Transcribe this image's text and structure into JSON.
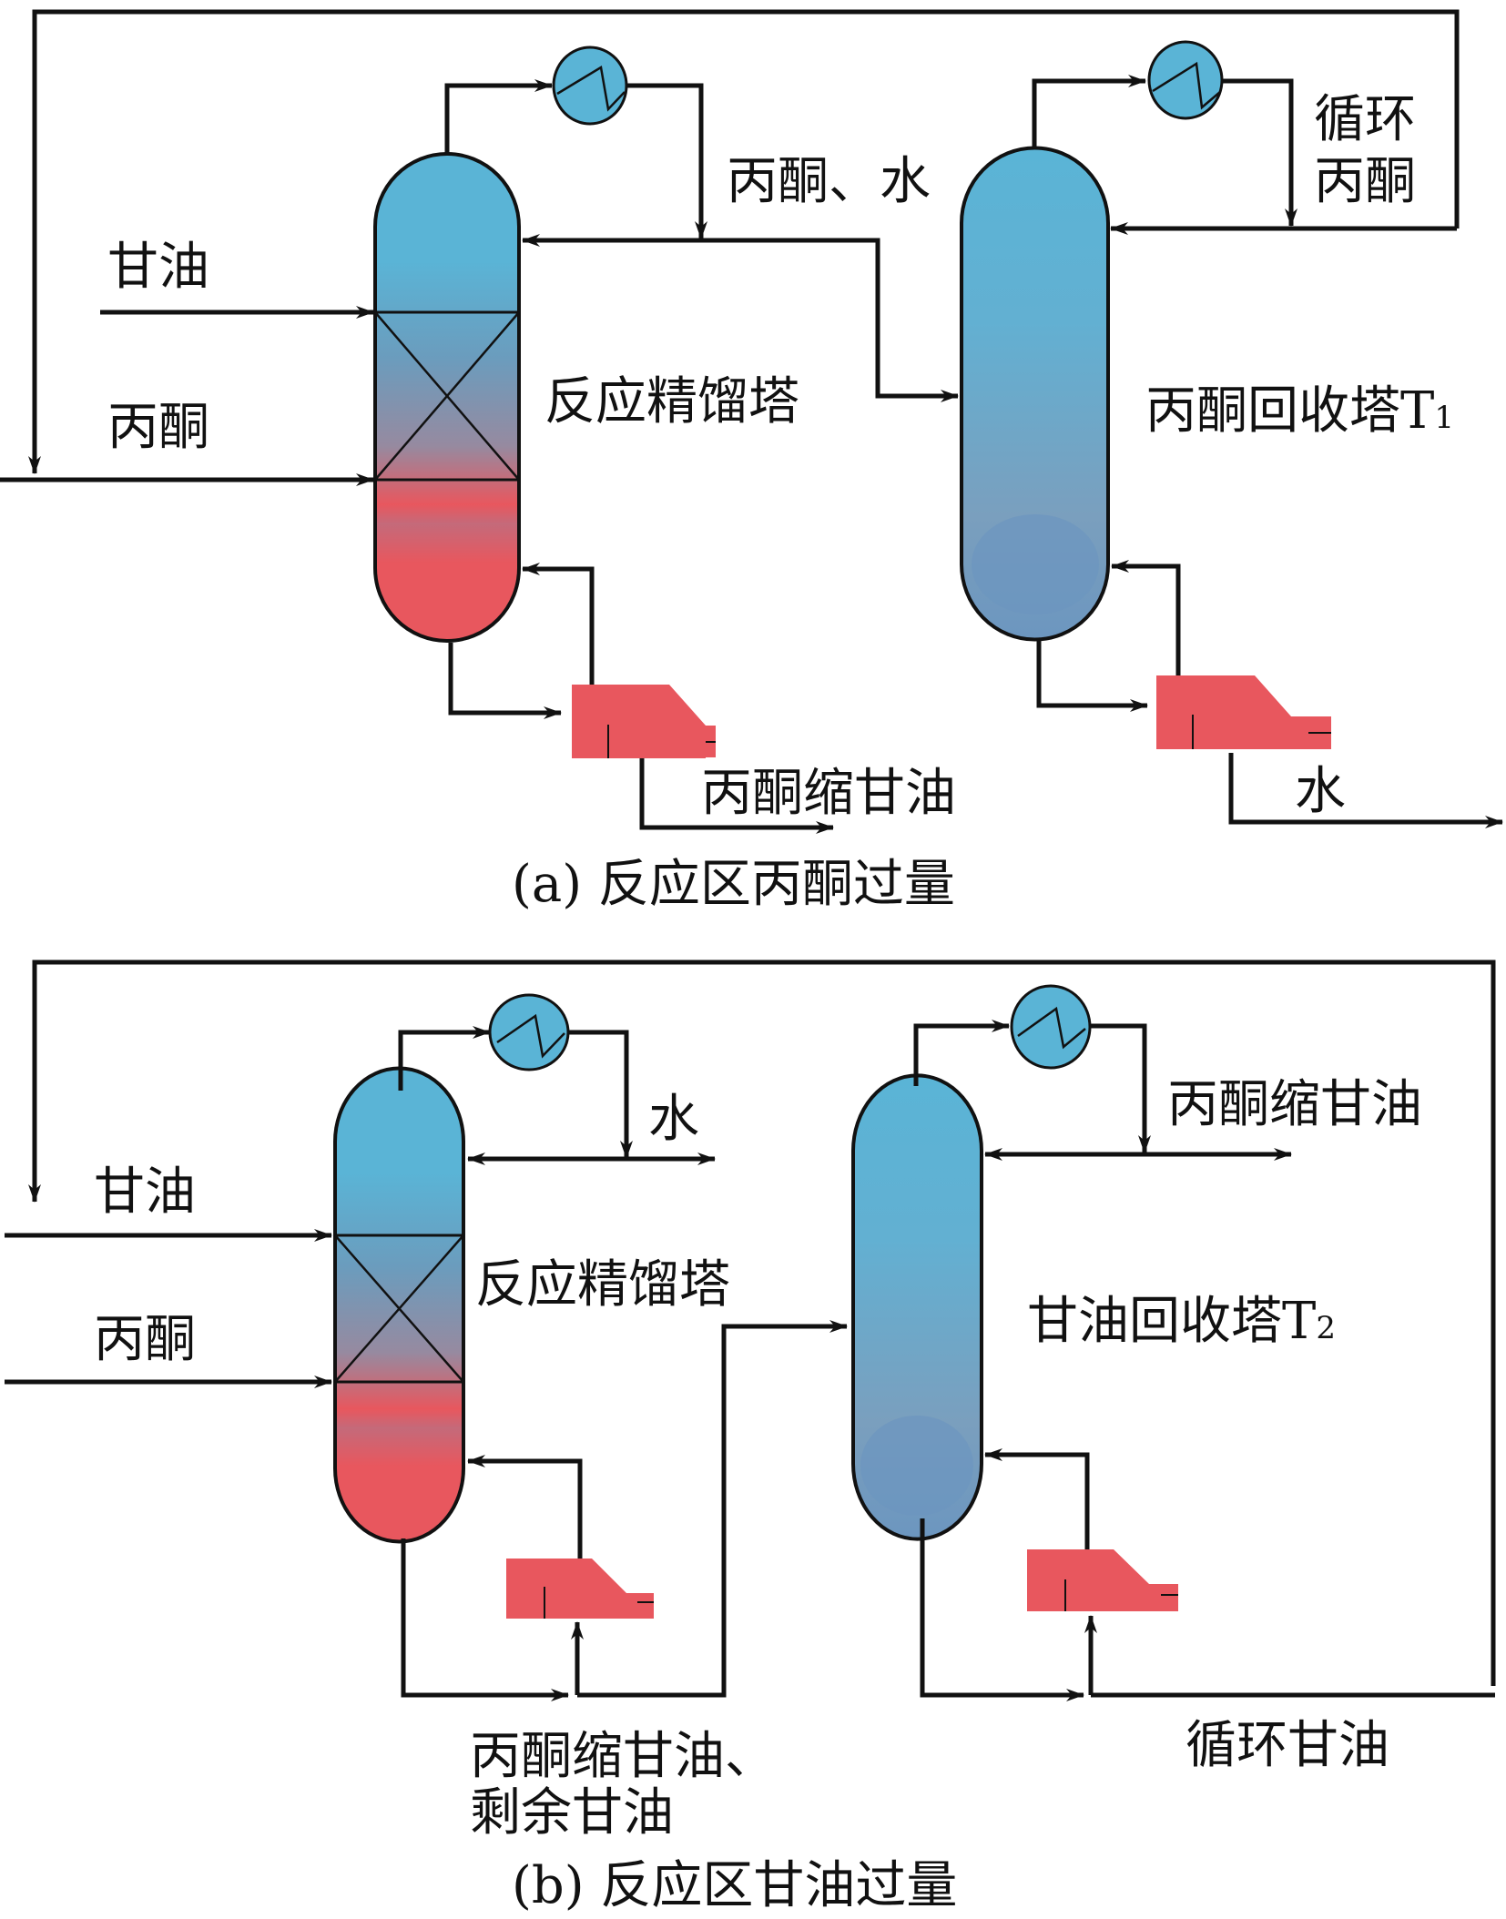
{
  "figure": {
    "panel_a": {
      "caption": "(a) 反应区丙酮过量",
      "feeds": {
        "glycerol": "甘油",
        "acetone": "丙酮"
      },
      "reactive_column": "反应精馏塔",
      "top_stream": "丙酮、水",
      "recovery_column": "丙酮回收塔",
      "recovery_column_sub": "1",
      "recovery_prefix": "T",
      "recycle_label_line1": "循环",
      "recycle_label_line2": "丙酮",
      "bottom_product": "丙酮缩甘油",
      "recovery_bottom": "水"
    },
    "panel_b": {
      "caption": "(b) 反应区甘油过量",
      "feeds": {
        "glycerol": "甘油",
        "acetone": "丙酮"
      },
      "reactive_column": "反应精馏塔",
      "top_stream": "水",
      "recovery_column": "甘油回收塔",
      "recovery_column_sub": "2",
      "recovery_prefix": "T",
      "recovery_top": "丙酮缩甘油",
      "bottom_stream_line1": "丙酮缩甘油、",
      "bottom_stream_line2": "剩余甘油",
      "recycle_label": "循环甘油"
    },
    "colors": {
      "top_blue": "#5ab4d6",
      "mid_blue": "#6a9fc4",
      "bottom_red": "#e8575e",
      "line": "#111111"
    }
  }
}
